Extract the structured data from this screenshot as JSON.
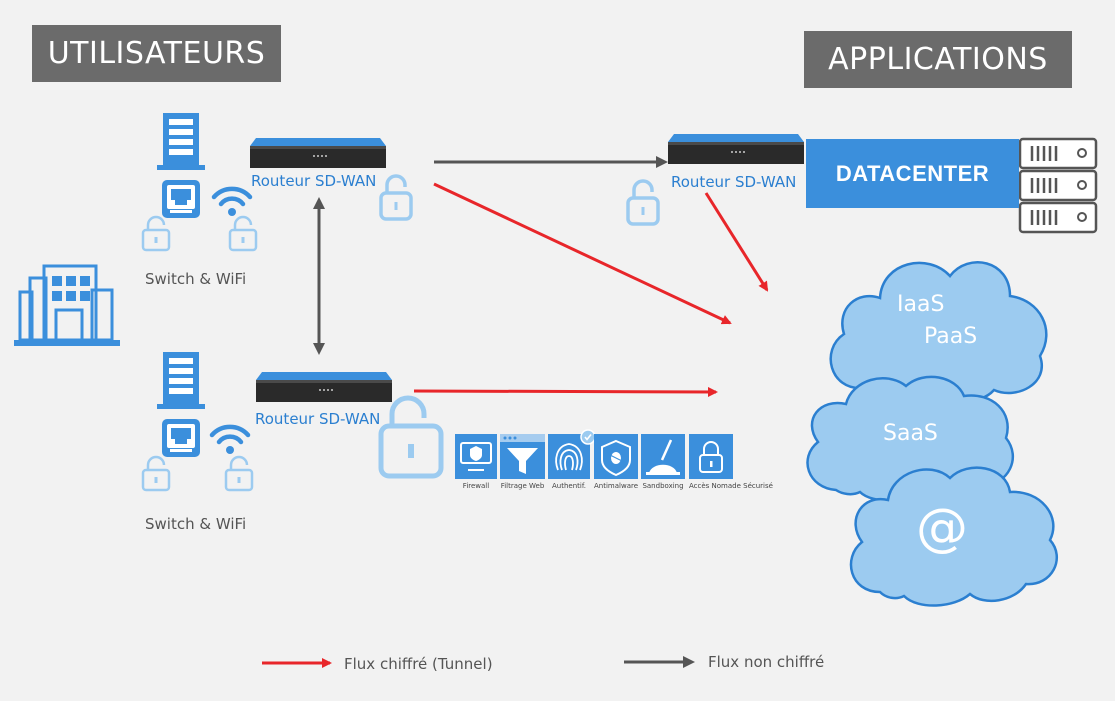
{
  "headers": {
    "users": "UTILISATEURS",
    "applications": "APPLICATIONS"
  },
  "routers": {
    "top_left": "Routeur SD-WAN",
    "top_right": "Routeur SD-WAN",
    "bottom_left": "Routeur SD-WAN"
  },
  "switch_labels": {
    "top": "Switch & WiFi",
    "bottom": "Switch & WiFi"
  },
  "datacenter": "DATACENTER",
  "clouds": {
    "iaas": "IaaS",
    "paas": "PaaS",
    "saas": "SaaS",
    "email_symbol": "@"
  },
  "security_services": [
    {
      "label": "Firewall",
      "icon": "firewall-icon"
    },
    {
      "label": "Filtrage Web",
      "icon": "web-filter-icon"
    },
    {
      "label": "Authentif.",
      "icon": "fingerprint-icon"
    },
    {
      "label": "Antimalware",
      "icon": "antimalware-shield-icon"
    },
    {
      "label": "Sandboxing",
      "icon": "sandbox-icon"
    },
    {
      "label": "Accès Nomade Sécurisé",
      "icon": "padlock-icon"
    }
  ],
  "legend": {
    "encrypted": "Flux chiffré (Tunnel)",
    "unencrypted": "Flux non chiffré"
  },
  "colors": {
    "header_bg": "#6b6b6b",
    "accent_blue": "#3b8fdc",
    "light_blue": "#9ccbf0",
    "cloud_fill": "#9ccbf0",
    "encrypted_arrow": "#e8262a",
    "unencrypted_arrow": "#555555"
  }
}
